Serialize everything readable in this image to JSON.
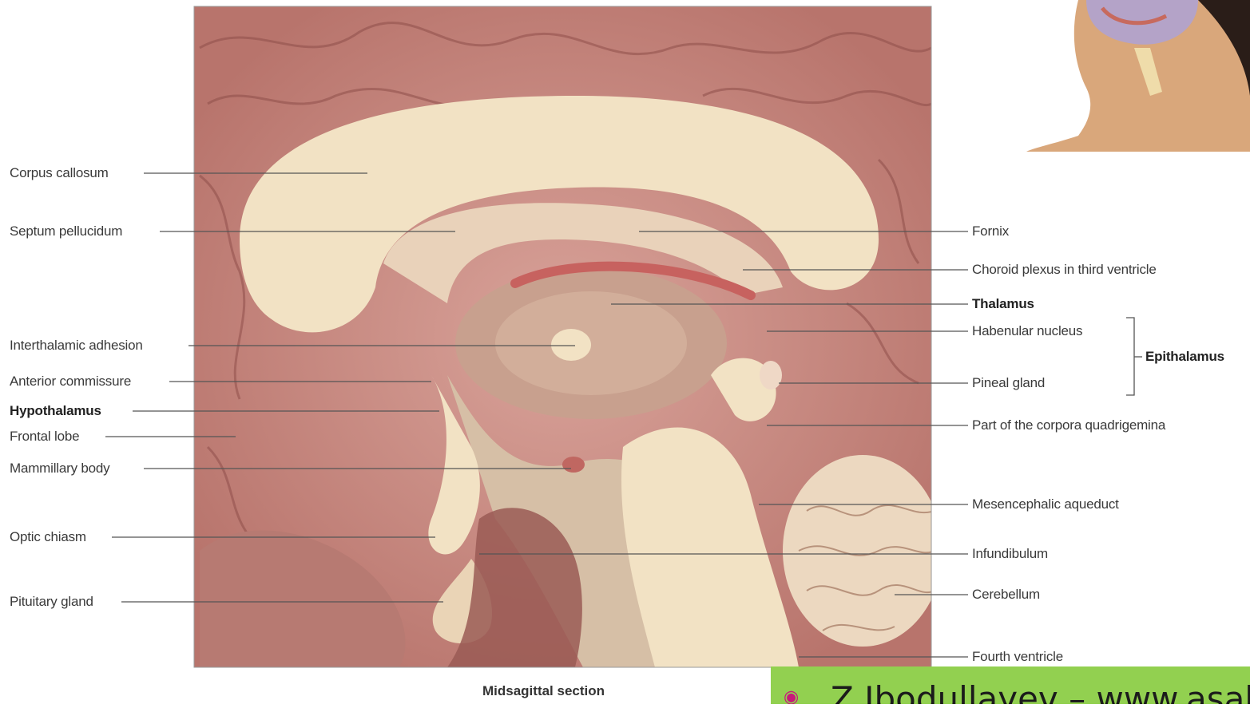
{
  "diagram": {
    "caption": "Midsagittal section",
    "labels_left": {
      "corpus_callosum": "Corpus callosum",
      "septum_pellucidum": "Septum pellucidum",
      "interthalamic_adhesion": "Interthalamic adhesion",
      "anterior_commissure": "Anterior commissure",
      "hypothalamus": "Hypothalamus",
      "frontal_lobe": "Frontal lobe",
      "mammillary_body": "Mammillary body",
      "optic_chiasm": "Optic chiasm",
      "pituitary_gland": "Pituitary gland"
    },
    "labels_right": {
      "fornix": "Fornix",
      "choroid_plexus": "Choroid plexus in third ventricle",
      "thalamus": "Thalamus",
      "habenular_nucleus": "Habenular nucleus",
      "epithalamus": "Epithalamus",
      "pineal_gland": "Pineal gland",
      "corpora_quadrigemina": "Part of the corpora quadrigemina",
      "mesencephalic_aqueduct": "Mesencephalic aqueduct",
      "infundibulum": "Infundibulum",
      "cerebellum": "Cerebellum",
      "fourth_ventricle": "Fourth ventricle"
    }
  },
  "footer": {
    "text": "Z.Ibodullayev – www.asab"
  },
  "colors": {
    "brain_pink": "#c98a80",
    "brain_dark": "#8f4f4a",
    "white_matter": "#f2e2c4",
    "leader_line": "#555555",
    "footer_green": "#92d050",
    "footer_bullet": "#c8197a"
  }
}
